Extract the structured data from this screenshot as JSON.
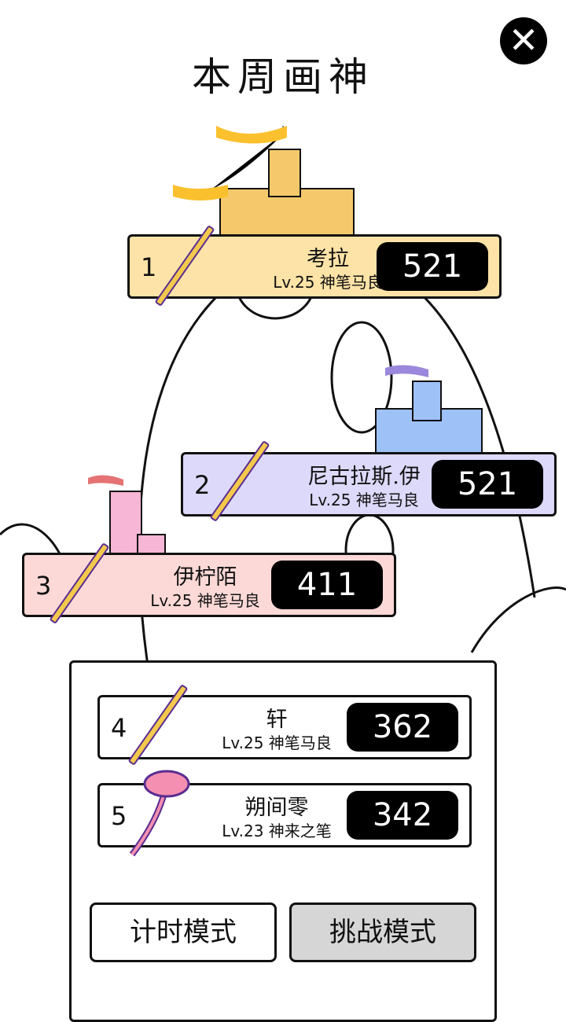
{
  "title": "本周画神",
  "close_icon": "close-icon",
  "ranking": [
    {
      "rank": "1",
      "name": "考拉",
      "level": "Lv.25 神笔马良",
      "score": "521",
      "color": "#fde3a7"
    },
    {
      "rank": "2",
      "name": "尼古拉斯.伊",
      "level": "Lv.25 神笔马良",
      "score": "521",
      "color": "#ddd9fa"
    },
    {
      "rank": "3",
      "name": "伊柠陌",
      "level": "Lv.25 神笔马良",
      "score": "411",
      "color": "#fcd9d6"
    },
    {
      "rank": "4",
      "name": "轩",
      "level": "Lv.25 神笔马良",
      "score": "362",
      "color": "#ffffff"
    },
    {
      "rank": "5",
      "name": "朔间零",
      "level": "Lv.23 神来之笔",
      "score": "342",
      "color": "#ffffff"
    }
  ],
  "buttons": {
    "timed": "计时模式",
    "challenge": "挑战模式"
  }
}
